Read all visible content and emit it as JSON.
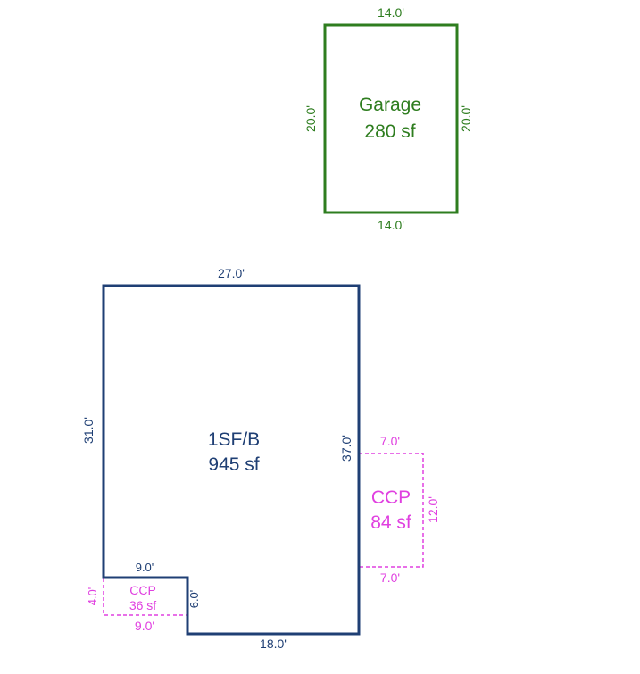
{
  "colors": {
    "garage": "#2e7d1f",
    "house": "#1f3f74",
    "porch": "#e040e0"
  },
  "garage": {
    "name": "Garage",
    "area": "280 sf",
    "top": "14.0'",
    "bottom": "14.0'",
    "left": "20.0'",
    "right": "20.0'"
  },
  "house": {
    "name": "1SF/B",
    "area": "945 sf",
    "top": "27.0'",
    "left": "31.0'",
    "right": "37.0'",
    "bottom": "18.0'",
    "notch_top": "9.0'",
    "notch_side": "6.0'"
  },
  "porch_right": {
    "name": "CCP",
    "area": "84 sf",
    "top": "7.0'",
    "bottom": "7.0'",
    "right": "12.0'"
  },
  "porch_left": {
    "name": "CCP",
    "area": "36 sf",
    "bottom": "9.0'",
    "left": "4.0'"
  }
}
